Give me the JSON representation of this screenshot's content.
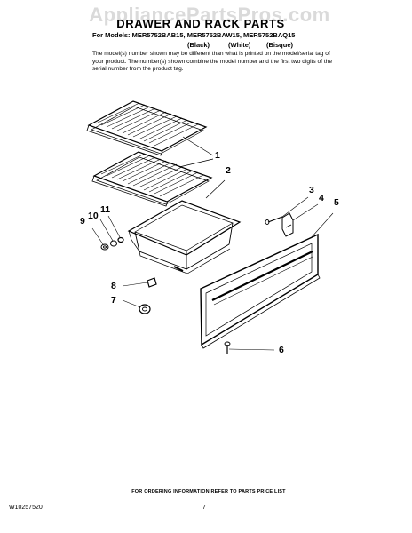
{
  "watermark": "AppliancePartsPros.com",
  "header": {
    "title": "DRAWER AND RACK PARTS",
    "models_line": "For Models: MER5752BAB15, MER5752BAW15, MER5752BAQ15",
    "color_black": "(Black)",
    "color_white": "(White)",
    "color_bisque": "(Bisque)",
    "note": "The model(s) number shown may be different than what is printed on the model/serial tag of your product. The number(s) shown combine the model number and the first two digits of the serial number from the product tag."
  },
  "callouts": {
    "c1": "1",
    "c2": "2",
    "c3": "3",
    "c4": "4",
    "c5": "5",
    "c6": "6",
    "c7": "7",
    "c8": "8",
    "c9": "9",
    "c10": "10",
    "c11": "11"
  },
  "footer": {
    "ordering_info": "FOR ORDERING INFORMATION REFER TO PARTS PRICE LIST",
    "doc_number": "W10257520",
    "page_number": "7"
  }
}
